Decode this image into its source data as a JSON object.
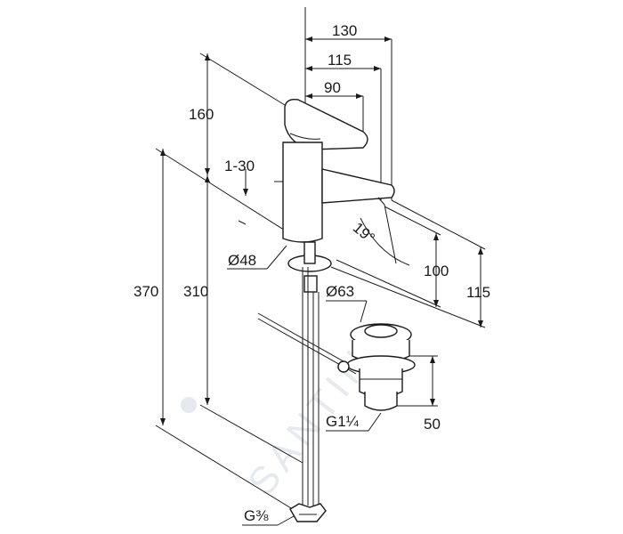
{
  "dimensions": {
    "d130": "130",
    "d115_top": "115",
    "d90": "90",
    "d160": "160",
    "d1_30": "1-30",
    "d19": "19°",
    "d48": "Ø48",
    "d100": "100",
    "d115_right": "115",
    "d63": "Ø63",
    "d370": "370",
    "d310": "310",
    "g114": "G1¼",
    "d50": "50",
    "g38": "G⅜"
  },
  "watermark": "SANTINO",
  "colors": {
    "line": "#1a1a1a",
    "watermark": "#e6eaee",
    "background": "#ffffff"
  }
}
